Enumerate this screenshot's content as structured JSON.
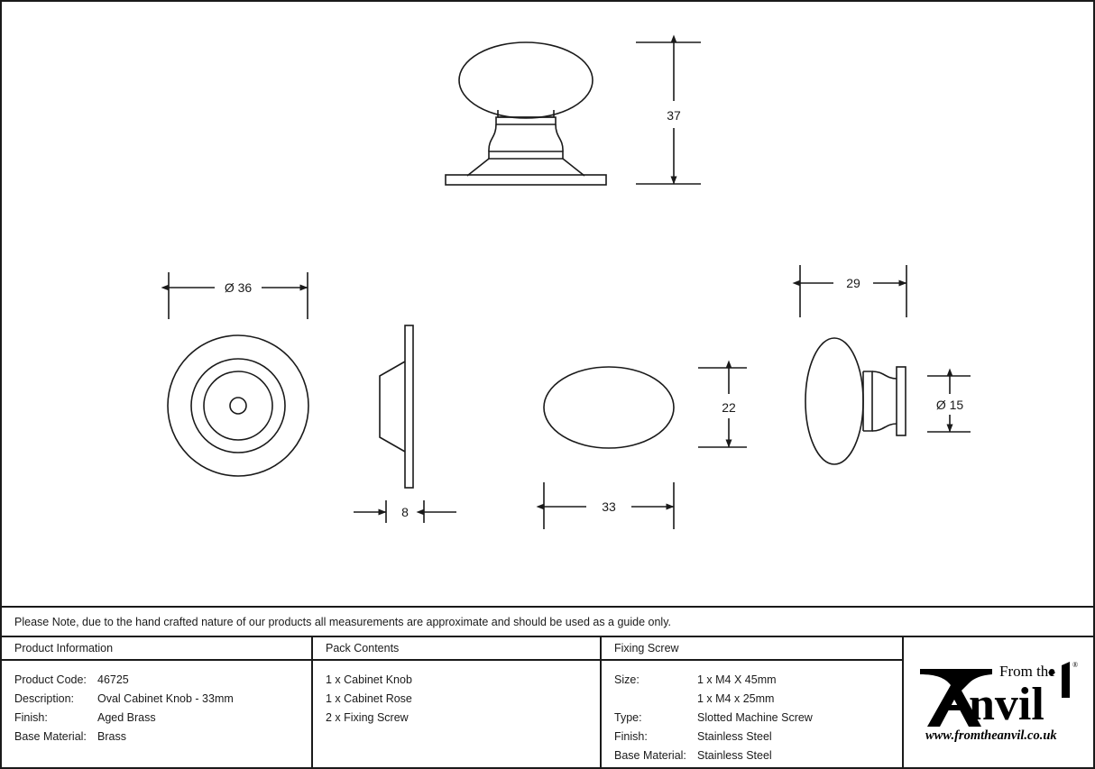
{
  "sheet": {
    "note": "Please Note, due to the hand crafted nature of our products all measurements are approximate and should be used as a guide only."
  },
  "drawing": {
    "views": [
      {
        "name": "front-elevation-knob-on-rose",
        "dimension_label": "37"
      },
      {
        "name": "rose-face-view",
        "dimension_label": "Ø 36"
      },
      {
        "name": "rose-side-profile",
        "dimension_label": "8"
      },
      {
        "name": "knob-oval-plan-view",
        "dimension_width": "33",
        "dimension_height": "22"
      },
      {
        "name": "knob-side-view",
        "dimension_length": "29",
        "dimension_stem": "Ø 15"
      }
    ],
    "dimensions": {
      "knob_height": "37",
      "rose_diameter": "Ø 36",
      "rose_thickness": "8",
      "knob_width": "33",
      "knob_depth": "22",
      "knob_projection": "29",
      "stem_diameter": "Ø 15"
    }
  },
  "table": {
    "product_information": {
      "header": "Product Information",
      "rows": [
        {
          "key": "Product Code:",
          "value": "46725"
        },
        {
          "key": "Description:",
          "value": "Oval Cabinet Knob - 33mm"
        },
        {
          "key": "Finish:",
          "value": "Aged Brass"
        },
        {
          "key": "Base Material:",
          "value": "Brass"
        }
      ]
    },
    "pack_contents": {
      "header": "Pack Contents",
      "items": [
        "1 x Cabinet Knob",
        "1 x Cabinet Rose",
        "2 x Fixing Screw"
      ]
    },
    "fixing_screw": {
      "header": "Fixing Screw",
      "rows": [
        {
          "key": "Size:",
          "value": "1 x M4 X 45mm"
        },
        {
          "key": "",
          "value": "1 x M4 x 25mm"
        },
        {
          "key": "Type:",
          "value": "Slotted Machine Screw"
        },
        {
          "key": "Finish:",
          "value": "Stainless Steel"
        },
        {
          "key": "Base Material:",
          "value": "Stainless Steel"
        }
      ]
    }
  },
  "logo": {
    "top_text": "From the",
    "main_text": "nvil",
    "registered_mark": "®",
    "url": "www.fromtheanvil.co.uk"
  },
  "colors": {
    "ink": "#1a1a1a",
    "paper": "#ffffff"
  }
}
